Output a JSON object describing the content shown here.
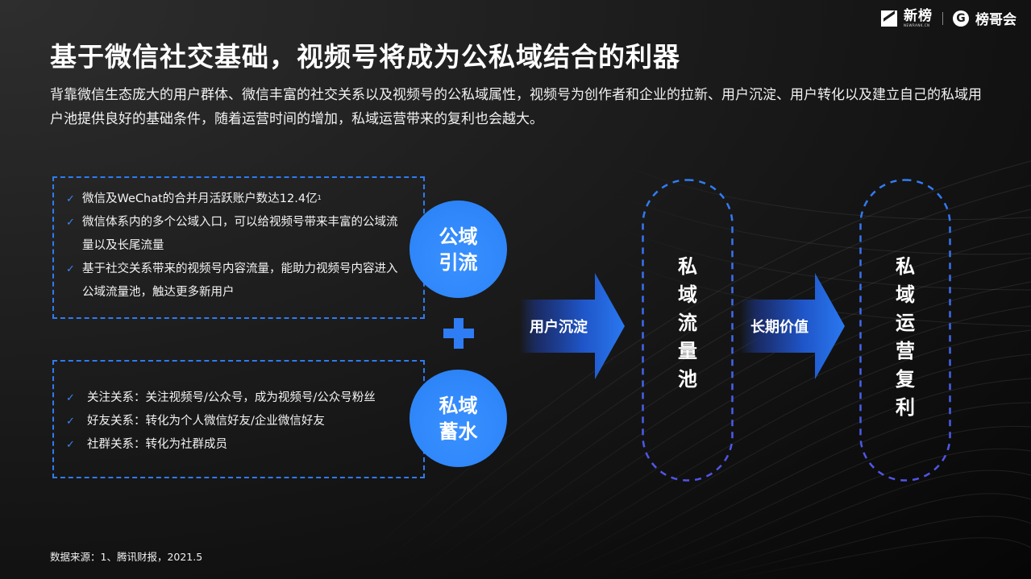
{
  "logo": {
    "brand1_cn": "新榜",
    "brand1_en": "NEWRANK.CN",
    "brand2_glyph": "G",
    "brand2_cn": "榜哥会"
  },
  "header": {
    "title": "基于微信社交基础，视频号将成为公私域结合的利器",
    "subtitle": "背靠微信生态庞大的用户群体、微信丰富的社交关系以及视频号的公私域属性，视频号为创作者和企业的拉新、用户沉淀、用户转化以及建立自己的私域用户池提供良好的基础条件，随着运营时间的增加，私域运营带来的复利也会越大。"
  },
  "diagram": {
    "public_box": {
      "check_icon": "✓",
      "items": [
        {
          "text": "微信及WeChat的合并月活跃账户数达12.4亿",
          "footnote": "1"
        },
        {
          "text": "微信体系内的多个公域入口，可以给视频号带来丰富的公域流量以及长尾流量",
          "footnote": ""
        },
        {
          "text": "基于社交关系带来的视频号内容流量，能助力视频号内容进入公域流量池，触达更多新用户",
          "footnote": ""
        }
      ]
    },
    "private_box": {
      "check_icon": "✓",
      "items": [
        {
          "text": "关注关系：关注视频号/公众号，成为视频号/公众号粉丝"
        },
        {
          "text": "好友关系：转化为个人微信好友/企业微信好友"
        },
        {
          "text": "社群关系：转化为社群成员"
        }
      ]
    },
    "circle_public": {
      "line1": "公域",
      "line2": "引流"
    },
    "circle_private": {
      "line1": "私域",
      "line2": "蓄水"
    },
    "plus_symbol": "+",
    "arrow1_label": "用户沉淀",
    "arrow2_label": "长期价值",
    "pool": {
      "chars": [
        "私",
        "域",
        "流",
        "量",
        "池"
      ]
    },
    "compound": {
      "chars": [
        "私",
        "域",
        "运",
        "营",
        "复",
        "利"
      ]
    }
  },
  "footer": {
    "source": "数据来源：1、腾讯财报，2021.5"
  },
  "colors": {
    "accent_blue": "#2f7df5",
    "circle_blue": "#2f87fa",
    "pill_dash": "#3b6cf0",
    "background": "#111111"
  }
}
